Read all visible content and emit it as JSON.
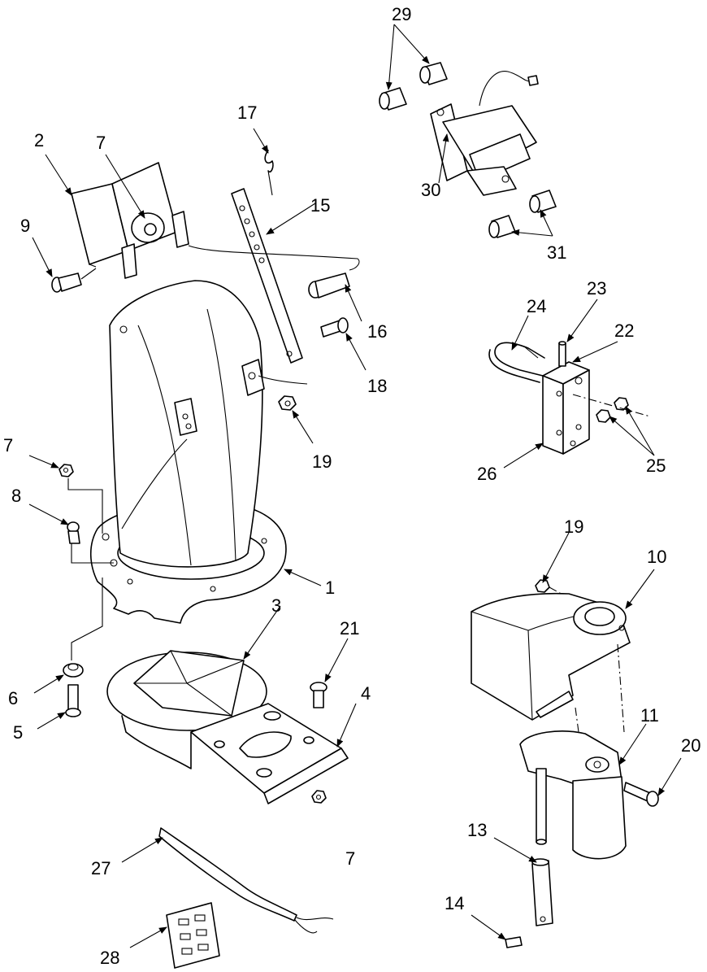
{
  "callouts": [
    {
      "id": "c1",
      "text": "1"
    },
    {
      "id": "c2",
      "text": "2"
    },
    {
      "id": "c3",
      "text": "3"
    },
    {
      "id": "c4",
      "text": "4"
    },
    {
      "id": "c5",
      "text": "5"
    },
    {
      "id": "c6",
      "text": "6"
    },
    {
      "id": "c7a",
      "text": "7"
    },
    {
      "id": "c7b",
      "text": "7"
    },
    {
      "id": "c7c",
      "text": "7"
    },
    {
      "id": "c8",
      "text": "8"
    },
    {
      "id": "c9",
      "text": "9"
    },
    {
      "id": "c10",
      "text": "10"
    },
    {
      "id": "c11",
      "text": "11"
    },
    {
      "id": "c13",
      "text": "13"
    },
    {
      "id": "c14",
      "text": "14"
    },
    {
      "id": "c15",
      "text": "15"
    },
    {
      "id": "c16",
      "text": "16"
    },
    {
      "id": "c17",
      "text": "17"
    },
    {
      "id": "c18",
      "text": "18"
    },
    {
      "id": "c19a",
      "text": "19"
    },
    {
      "id": "c19b",
      "text": "19"
    },
    {
      "id": "c20",
      "text": "20"
    },
    {
      "id": "c21",
      "text": "21"
    },
    {
      "id": "c22",
      "text": "22"
    },
    {
      "id": "c23",
      "text": "23"
    },
    {
      "id": "c24",
      "text": "24"
    },
    {
      "id": "c25",
      "text": "25"
    },
    {
      "id": "c26",
      "text": "26"
    },
    {
      "id": "c27",
      "text": "27"
    },
    {
      "id": "c28",
      "text": "28"
    },
    {
      "id": "c29",
      "text": "29"
    },
    {
      "id": "c30",
      "text": "30"
    },
    {
      "id": "c31",
      "text": "31"
    }
  ]
}
